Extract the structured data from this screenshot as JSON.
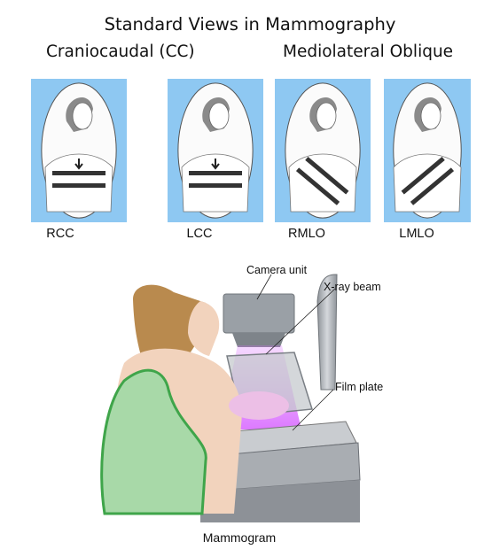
{
  "figure": {
    "title": "Standard Views in Mammography",
    "groups": {
      "cc": "Craniocaudal (CC)",
      "mlo": "Mediolateral Oblique"
    },
    "views": [
      {
        "code": "RCC",
        "compression": "craniocaudal"
      },
      {
        "code": "LCC",
        "compression": "craniocaudal"
      },
      {
        "code": "RMLO",
        "compression": "oblique-right"
      },
      {
        "code": "LMLO",
        "compression": "oblique-left"
      }
    ],
    "callouts": {
      "camera": "Camera unit",
      "beam": "X-ray beam",
      "plate": "Film plate"
    },
    "caption": "Mammogram",
    "colors": {
      "panel_bg": "#8ec8f2",
      "beam": "#d96bff",
      "gown": "#a8d9a8",
      "gown_trim": "#3fa54a",
      "hair": "#b98a4e",
      "skin": "#f2d3bd"
    }
  }
}
